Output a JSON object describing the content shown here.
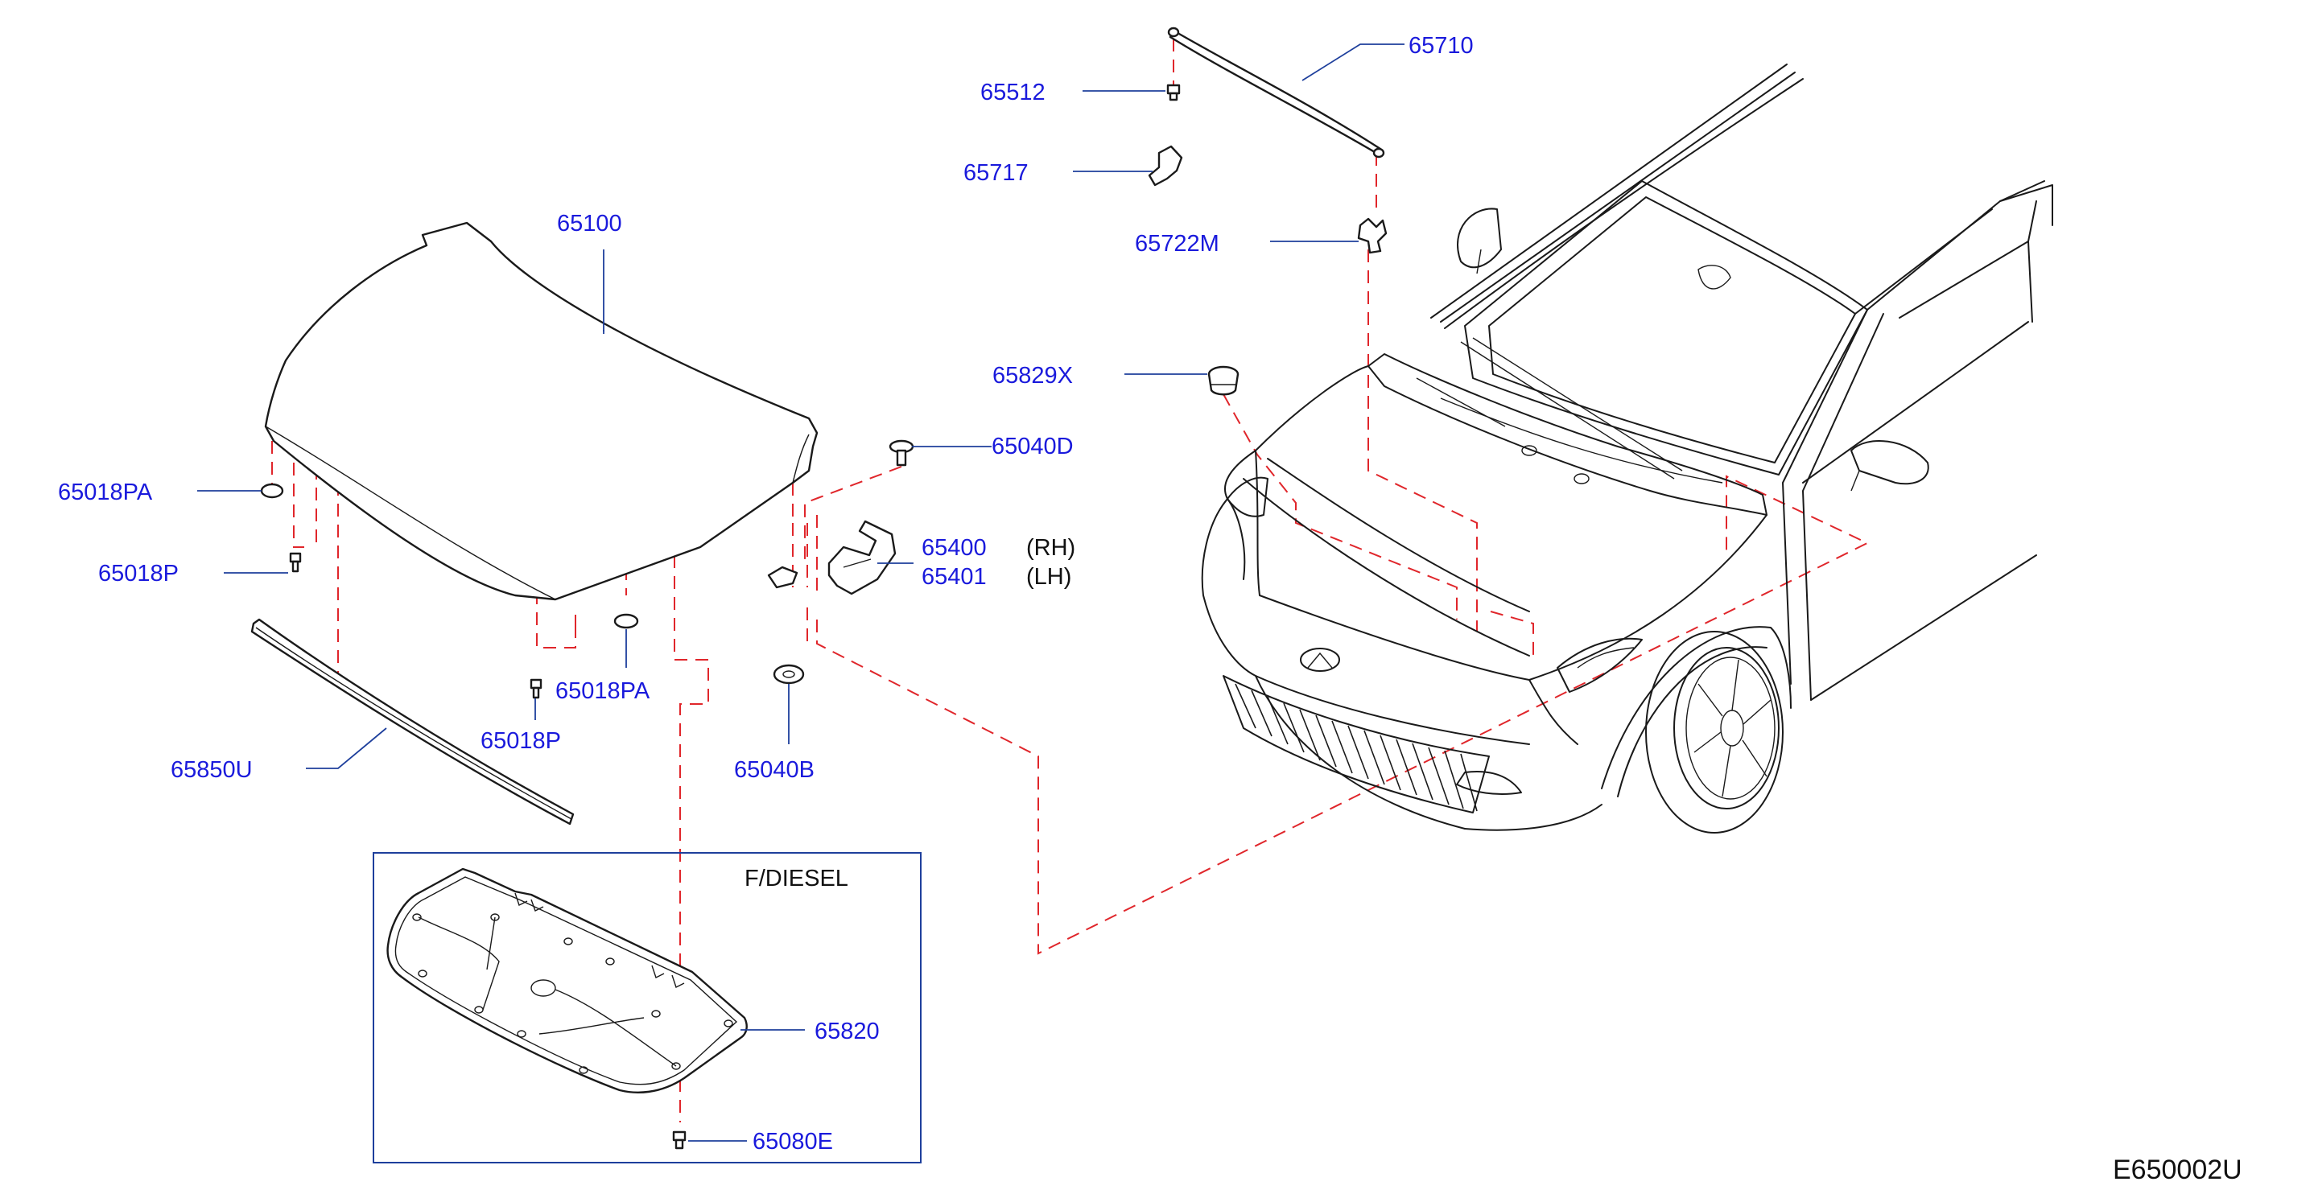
{
  "diagram": {
    "code": "E650002U",
    "inset_title": "F/DIESEL"
  },
  "parts": {
    "hood": "65100",
    "hood_insulator_clip_pa_left": "65018PA",
    "hood_bumper_p_left": "65018P",
    "hood_insulator_clip_pa_center": "65018PA",
    "hood_bumper_p_center": "65018P",
    "hood_front_seal": "65850U",
    "hinge_bolt": "65040D",
    "hinge_rh": "65400",
    "hinge_lh": "65401",
    "side_rh": "(RH)",
    "side_lh": "(LH)",
    "hinge_washer": "65040B",
    "cowl_seal": "65710",
    "seal_clip": "65512",
    "seal_bracket": "65717",
    "stay_holder": "65722M",
    "grommet": "65829X",
    "insulator": "65820",
    "insulator_clip": "65080E"
  }
}
